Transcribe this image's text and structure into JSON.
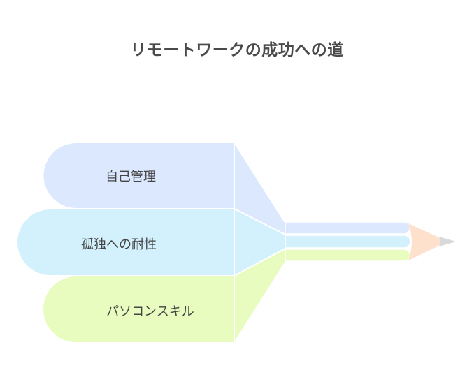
{
  "title": "リモートワークの成功への道",
  "items": [
    {
      "label": "自己管理",
      "color": "#dce8fe"
    },
    {
      "label": "孤独への耐性",
      "color": "#d3f1fd"
    },
    {
      "label": "パソコンスキル",
      "color": "#e8fcc0"
    }
  ],
  "pencil_tip_color": "#fde1cc",
  "pencil_lead_color": "#d9d9d9"
}
